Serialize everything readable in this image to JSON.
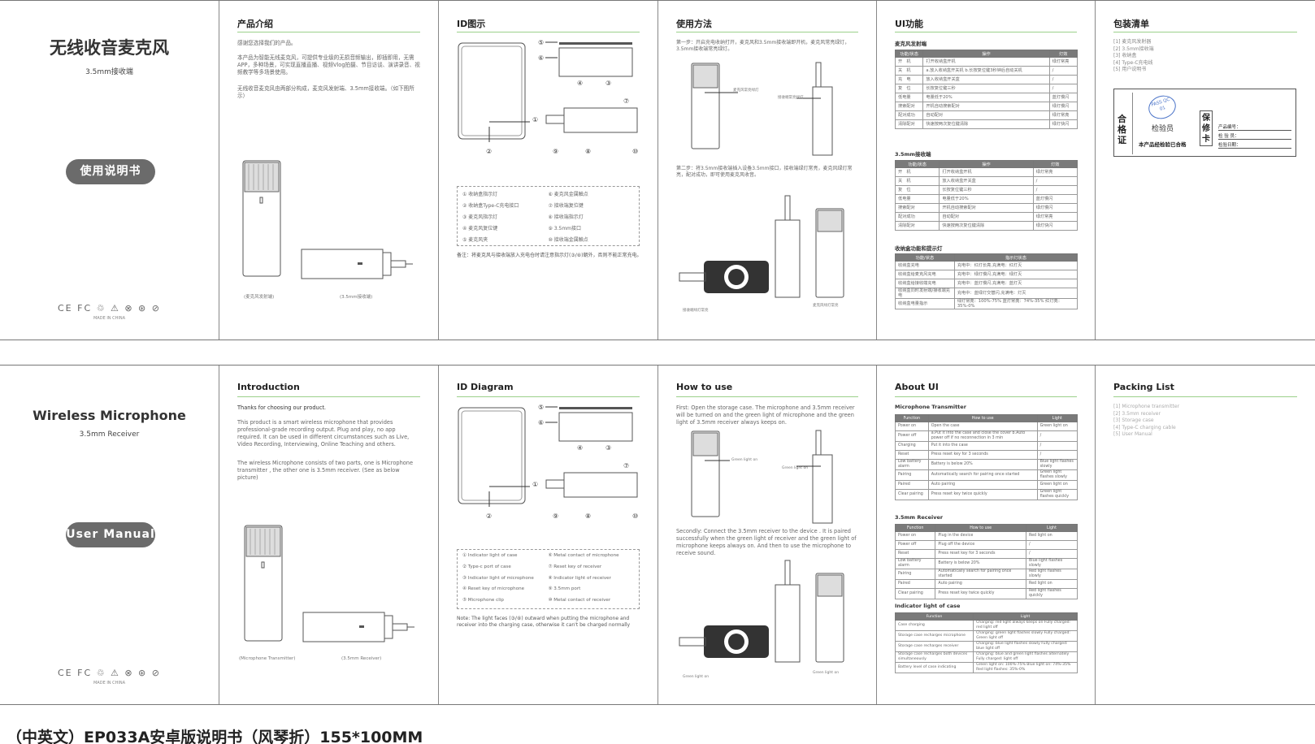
{
  "zh": {
    "cover": {
      "title": "无线收音麦克风",
      "subtitle": "3.5mm接收端",
      "manual_button": "使用说明书",
      "cert_marks": "CE FC ♲ ⚠ ⊗ ⊛ ⊘",
      "made_in": "MADE IN CHINA"
    },
    "intro": {
      "title": "产品介绍",
      "thanks": "感谢您选择我们的产品。",
      "para1": "本产品为智能无线麦克风，可提供专业级的无损音频输出，即插即用，无需APP，多种场景，可实现直播直播、视频Vlog拍摄、节目访谈、演讲录音、视频教学等多场景使用。",
      "para2": "无线收音麦克风由两部分构成，麦克风发射端、3.5mm接收端。（如下图所示）",
      "cap_left": "(麦克风发射端)",
      "cap_right": "(3.5mm接收端)"
    },
    "id": {
      "title": "ID图示",
      "legend": [
        "① 收纳盒指示灯",
        "⑥ 麦克风金属触点",
        "② 收纳盒Type-C充电接口",
        "⑦ 接收端复位键",
        "③ 麦克风指示灯",
        "⑧ 接收端指示灯",
        "④ 麦克风复位键",
        "⑨ 3.5mm接口",
        "⑤ 麦克风夹",
        "⑩ 接收端金属触点"
      ],
      "note": "备注：将麦克风与接收端放入充电仓时请注意指示灯(③/⑧)朝外，否则不能正常充电。"
    },
    "howto": {
      "title": "使用方法",
      "step1": "第一步：开启充电收纳打开，麦克风和3.5mm接收端即开机，麦克风常亮绿灯，3.5mm接收端常亮绿灯。",
      "label_mic": "麦克风常亮绿灯",
      "label_rx": "接收端常亮绿灯",
      "step2": "第二步：将3.5mm接收端插入设备3.5mm接口，接收端绿灯常亮，麦克风绿灯常亮，配对成功，即可使用麦克风收音。",
      "label_b1": "接收端绿灯常亮",
      "label_b2": "麦克风绿灯常亮"
    },
    "ui": {
      "title": "UI功能",
      "mic_h": "麦克风发射端",
      "cols": [
        "功能/状态",
        "操作",
        "灯效"
      ],
      "mic_rows": [
        [
          "开　机",
          "打开收纳盒开机",
          "绿灯常亮"
        ],
        [
          "关　机",
          "a.放入收纳盒开关机 b.长按复位键3秒钟后自动关机",
          "/"
        ],
        [
          "充　电",
          "放入收纳盒开关盒",
          "/"
        ],
        [
          "复　位",
          "长按复位键三秒",
          "/"
        ],
        [
          "低电量",
          "电量低于20%",
          "蓝灯慢闪"
        ],
        [
          "搜索配对",
          "开机自动搜索配对",
          "绿灯慢闪"
        ],
        [
          "配对成功",
          "自动配对",
          "绿灯常亮"
        ],
        [
          "清除配对",
          "快速按两次复位键清除",
          "绿灯快闪"
        ]
      ],
      "rx_h": "3.5mm接收端",
      "rx_rows": [
        [
          "开　机",
          "打开收纳盒开机",
          "绿灯常亮"
        ],
        [
          "关　机",
          "放入收纳盒开关盒",
          "/"
        ],
        [
          "复　位",
          "长按复位键三秒",
          "/"
        ],
        [
          "低电量",
          "电量低于20%",
          "蓝灯慢闪"
        ],
        [
          "搜索配对",
          "开机自动搜索配对",
          "绿灯慢闪"
        ],
        [
          "配对成功",
          "自动配对",
          "绿灯常亮"
        ],
        [
          "清除配对",
          "快速按两次复位键清除",
          "绿灯快闪"
        ]
      ],
      "case_h": "收纳盒功能和提示灯",
      "case_cols": [
        "功能/状态",
        "指示灯状态"
      ],
      "case_rows": [
        [
          "收纳盒充电",
          "充电中：红灯长亮,充满电：红灯灭"
        ],
        [
          "收纳盒给麦克风充电",
          "充电中：绿灯慢闪,充满电：绿灯灭"
        ],
        [
          "收纳盒给接收端充电",
          "充电中：蓝灯慢闪,充满电：蓝灯灭"
        ],
        [
          "收纳盒同时发射端/接收端充电",
          "充电中：蓝绿灯交替闪,充满电：灯灭"
        ],
        [
          "收纳盒电量指示",
          "绿灯常亮：100%-75% 蓝灯常亮：74%-35% 红灯亮：35%-0%"
        ]
      ]
    },
    "pack": {
      "title": "包装清单",
      "items": [
        "[1] 麦克风发射器",
        "[2] 3.5mm接收端",
        "[3] 收纳盒",
        "[4] Type-C充电线",
        "[5] 用户说明书"
      ],
      "qc_left": "合格证",
      "qc_stamp": "PASS QC 01",
      "qc_inspector": "检验员",
      "qc_passed": "本产品经检验已合格",
      "warranty": "保修卡",
      "f1": "产品编号：",
      "f2": "检 验 员：",
      "f3": "检验日期："
    }
  },
  "en": {
    "cover": {
      "title": "Wireless Microphone",
      "subtitle": "3.5mm Receiver",
      "manual_button": "User Manual",
      "cert_marks": "CE FC ♲ ⚠ ⊗ ⊛ ⊘",
      "made_in": "MADE IN CHINA"
    },
    "intro": {
      "title": "Introduction",
      "thanks": "Thanks for choosing our product.",
      "para1": "This product is a smart wireless microphone that provides professional-grade recording output. Plug and play, no app required. It can be used in different circumstances such as Live, Video Recording, Interviewing, Online Teaching and others.",
      "para2": "The wireless Microphone consists of two parts, one is Microphone transmitter , the other one is 3.5mm receiver. (See as below picture)",
      "cap_left": "(Microphone Transmitter)",
      "cap_right": "(3.5mm Receiver)"
    },
    "id": {
      "title": "ID Diagram",
      "legend": [
        "① Indicator light of case",
        "⑥ Metal contact of microphone",
        "② Type-c port of case",
        "⑦ Reset key of receiver",
        "③ Indicator light of microphone",
        "⑧ Indicator light of receiver",
        "④ Reset key of microphone",
        "⑨ 3.5mm port",
        "⑤ Microphone clip",
        "⑩ Metal contact of receiver"
      ],
      "note": "Note:  The light faces (③/⑧) outward when putting the microphone and receiver into the charging case, otherwise it can't be charged normally"
    },
    "howto": {
      "title": "How to use",
      "step1": "First: Open the storage case. The microphone and 3.5mm receiver will be turned on and the green light of microphone and the green light of 3.5mm receiver always keeps on.",
      "label_mic": "Green light on",
      "label_rx": "Green light on",
      "step2": "Secondly: Connect the 3.5mm receiver to the device . It is paired successfully when the green light of receiver and the green light of microphone keeps always on. And then to use the microphone to receive sound.",
      "label_b1": "Green light on",
      "label_b2": "Green light on"
    },
    "ui": {
      "title": "About UI",
      "mic_h": "Microphone Transmitter",
      "cols": [
        "Function",
        "How to use",
        "Light"
      ],
      "mic_rows": [
        [
          "Power on",
          "Open the case",
          "Green light on"
        ],
        [
          "Power off",
          "a.Put it into the case and close the cover b.Auto power off if no reconnection in 3 min",
          "/"
        ],
        [
          "Charging",
          "Put it into the case",
          "/"
        ],
        [
          "Reset",
          "Press reset key for 3 seconds",
          "/"
        ],
        [
          "Low battery alarm",
          "Battery is below 20%",
          "Blue light flashes slowly"
        ],
        [
          "Pairing",
          "Automatically search for pairing once started",
          "Green light flashes slowly"
        ],
        [
          "Paired",
          "Auto pairing",
          "Green light on"
        ],
        [
          "Clear pairing",
          "Press reset key twice quickly",
          "Green light flashes quickly"
        ]
      ],
      "rx_h": "3.5mm Receiver",
      "rx_rows": [
        [
          "Power on",
          "Plug in the device",
          "Red light on"
        ],
        [
          "Power off",
          "Plug off the device",
          "/"
        ],
        [
          "Reset",
          "Press reset key for 3 seconds",
          "/"
        ],
        [
          "Low battery alarm",
          "Battery is below 20%",
          "Blue light flashes slowly"
        ],
        [
          "Pairing",
          "Automatically search for pairing once started",
          "Red light flashes slowly"
        ],
        [
          "Paired",
          "Auto pairing",
          "Red light on"
        ],
        [
          "Clear pairing",
          "Press reset key twice quickly",
          "Red light flashes quickly"
        ]
      ],
      "case_h": "Indicator light of case",
      "case_cols": [
        "Function",
        "Light"
      ],
      "case_rows": [
        [
          "Case charging",
          "Charging: red light always keeps on Fully charged: red light off"
        ],
        [
          "Storage case recharges microphone",
          "Charging: green light flashes slowly Fully charged: Green light off"
        ],
        [
          "Storage case recharges receiver",
          "Charging: blue light flashes slowly Fully charged: blue light off"
        ],
        [
          "Storage case recharges both devices simultaneously",
          "Charging: blue and green light flashes alternately Fully charged: light off"
        ],
        [
          "Battery level of case indicating",
          "Green light on: 100%-75% Blue light on: 74%-35% Red light flashes: 35%-0%"
        ]
      ]
    },
    "pack": {
      "title": "Packing List",
      "items": [
        "[1] Microphone transmitter",
        "[2] 3.5mm receiver",
        "[3] Storage case",
        "[4] Type-C charging cable",
        "[5] User Manual"
      ]
    }
  },
  "footer": "（中英文）EP033A安卓版说明书（风琴折）155*100MM",
  "accent_green": "#9bd08a"
}
